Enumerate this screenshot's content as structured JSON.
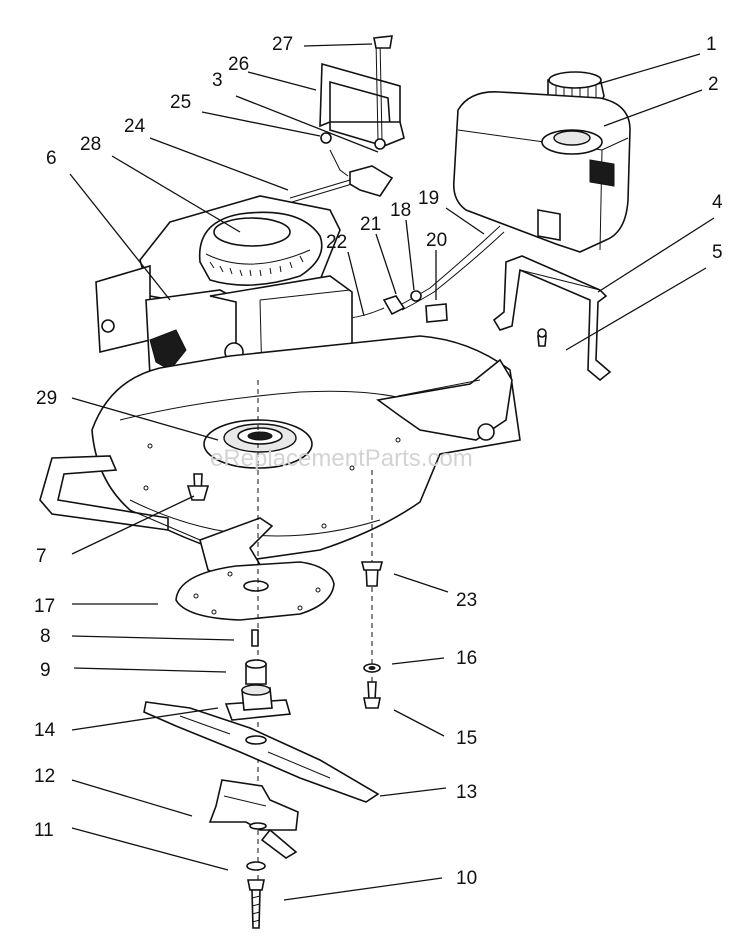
{
  "watermark": "eReplacementParts.com",
  "callouts": [
    {
      "id": "1",
      "label": "1"
    },
    {
      "id": "2",
      "label": "2"
    },
    {
      "id": "3",
      "label": "3"
    },
    {
      "id": "4",
      "label": "4"
    },
    {
      "id": "5",
      "label": "5"
    },
    {
      "id": "6",
      "label": "6"
    },
    {
      "id": "7",
      "label": "7"
    },
    {
      "id": "8",
      "label": "8"
    },
    {
      "id": "9",
      "label": "9"
    },
    {
      "id": "10",
      "label": "10"
    },
    {
      "id": "11",
      "label": "11"
    },
    {
      "id": "12",
      "label": "12"
    },
    {
      "id": "13",
      "label": "13"
    },
    {
      "id": "14",
      "label": "14"
    },
    {
      "id": "15",
      "label": "15"
    },
    {
      "id": "16",
      "label": "16"
    },
    {
      "id": "17",
      "label": "17"
    },
    {
      "id": "18",
      "label": "18"
    },
    {
      "id": "19",
      "label": "19"
    },
    {
      "id": "20",
      "label": "20"
    },
    {
      "id": "21",
      "label": "21"
    },
    {
      "id": "22",
      "label": "22"
    },
    {
      "id": "23",
      "label": "23"
    },
    {
      "id": "24",
      "label": "24"
    },
    {
      "id": "25",
      "label": "25"
    },
    {
      "id": "26",
      "label": "26"
    },
    {
      "id": "27",
      "label": "27"
    },
    {
      "id": "28",
      "label": "28"
    },
    {
      "id": "29",
      "label": "29"
    }
  ]
}
